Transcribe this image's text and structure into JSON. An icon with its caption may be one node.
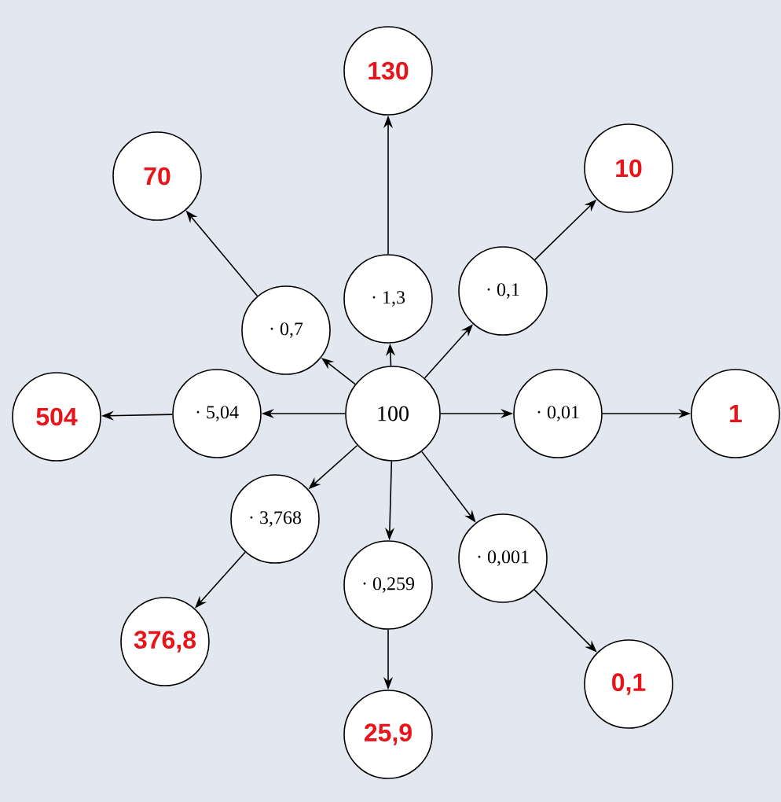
{
  "diagram": {
    "nodes": [
      {
        "text": [
          "100"
        ]
      },
      {
        "text": [
          "· 1,3"
        ]
      },
      {
        "text": [
          "130"
        ]
      },
      {
        "text": [
          "· 0,7"
        ]
      },
      {
        "text": [
          "70"
        ]
      },
      {
        "text": [
          "· 0,1"
        ]
      },
      {
        "text": [
          "10"
        ]
      },
      {
        "text": [
          "· 5,04"
        ]
      },
      {
        "text": [
          "504"
        ]
      },
      {
        "text": [
          "· 0,01"
        ]
      },
      {
        "text": [
          "1"
        ]
      },
      {
        "text": [
          "· 3,768"
        ]
      },
      {
        "text": [
          "376,8"
        ]
      },
      {
        "text": [
          "· 0,259"
        ]
      },
      {
        "text": [
          "25,9"
        ]
      },
      {
        "text": [
          "· 0,001"
        ]
      },
      {
        "text": [
          "0,1"
        ]
      }
    ],
    "edges": [
      {
        "from": 0,
        "to": 1,
        "arrow": "to"
      },
      {
        "from": 1,
        "to": 2,
        "arrow": "to"
      },
      {
        "from": 0,
        "to": 3,
        "arrow": "to"
      },
      {
        "from": 3,
        "to": 4,
        "arrow": "to"
      },
      {
        "from": 0,
        "to": 5,
        "arrow": "to"
      },
      {
        "from": 5,
        "to": 6,
        "arrow": "to"
      },
      {
        "from": 0,
        "to": 7,
        "arrow": "to"
      },
      {
        "from": 7,
        "to": 8,
        "arrow": "to"
      },
      {
        "from": 0,
        "to": 9,
        "arrow": "to"
      },
      {
        "from": 9,
        "to": 10,
        "arrow": "to"
      },
      {
        "from": 0,
        "to": 11,
        "arrow": "to"
      },
      {
        "from": 11,
        "to": 12,
        "arrow": "to"
      },
      {
        "from": 0,
        "to": 13,
        "arrow": "to"
      },
      {
        "from": 13,
        "to": 14,
        "arrow": "to"
      },
      {
        "from": 0,
        "to": 15,
        "arrow": "to"
      },
      {
        "from": 15,
        "to": 16,
        "arrow": "to"
      }
    ]
  }
}
